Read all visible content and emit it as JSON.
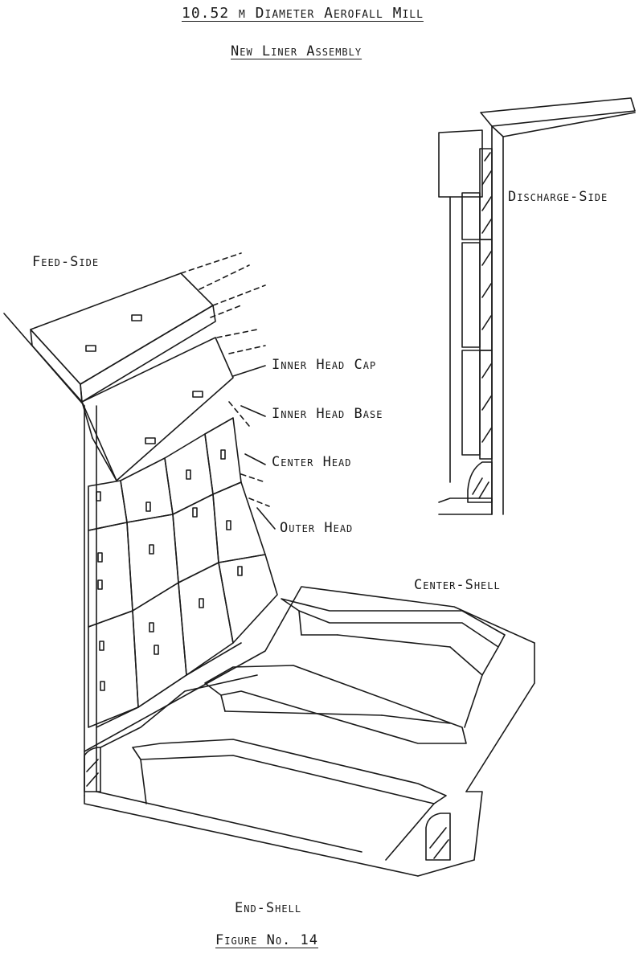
{
  "title": "10.52 m Diameter Aerofall Mill",
  "subtitle": "New Liner Assembly",
  "caption": "Figure No. 14",
  "labels": {
    "feed_side": "Feed-Side",
    "discharge_side": "Discharge-Side",
    "inner_head_cap": "Inner Head Cap",
    "inner_head_base": "Inner Head Base",
    "center_head": "Center Head",
    "outer_head": "Outer Head",
    "center_shell": "Center-Shell",
    "end_shell": "End-Shell"
  },
  "colors": {
    "ink": "#1a1a1a",
    "paper": "#ffffff"
  }
}
